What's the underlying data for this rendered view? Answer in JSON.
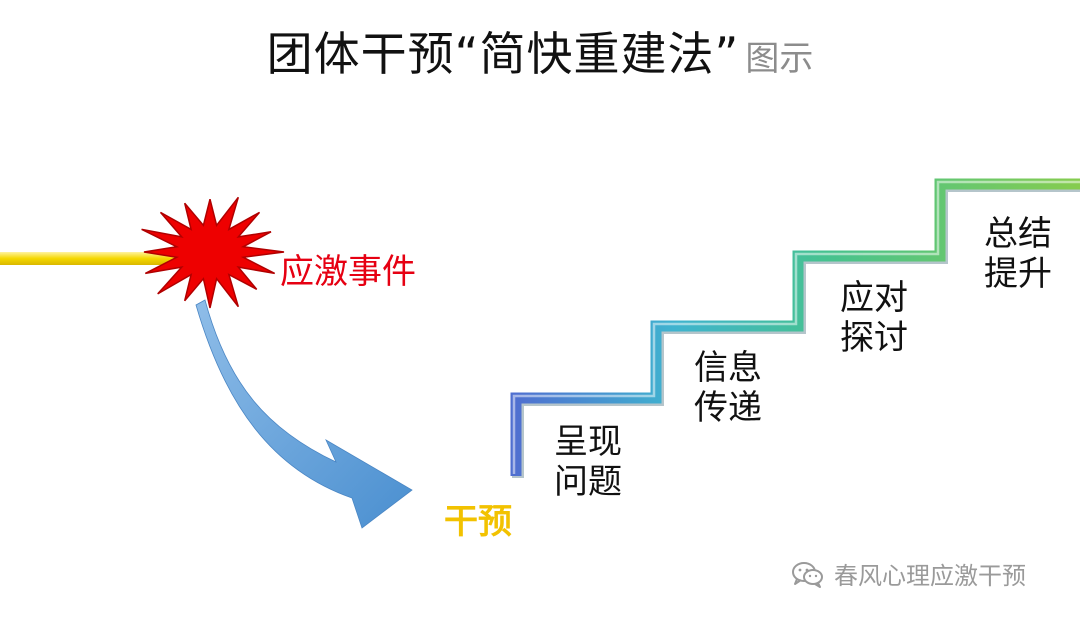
{
  "title": {
    "main": "团体干预“简快重建法”",
    "sub": "图示"
  },
  "event": {
    "label": "应激事件",
    "color": "#e60012"
  },
  "intervention": {
    "label": "干预",
    "color": "#f2c200"
  },
  "steps": [
    {
      "line1": "呈现",
      "line2": "问题",
      "color": "#4f79c9"
    },
    {
      "line1": "信息",
      "line2": "传递",
      "color": "#3fb9c4"
    },
    {
      "line1": "应对",
      "line2": "探讨",
      "color": "#5cc07e"
    },
    {
      "line1": "总结",
      "line2": "提升",
      "color": "#7cc75a"
    }
  ],
  "arrow_color": "#5b9bd5",
  "watermark": {
    "text": "春风心理应激干预",
    "icon": "wechat-icon"
  }
}
